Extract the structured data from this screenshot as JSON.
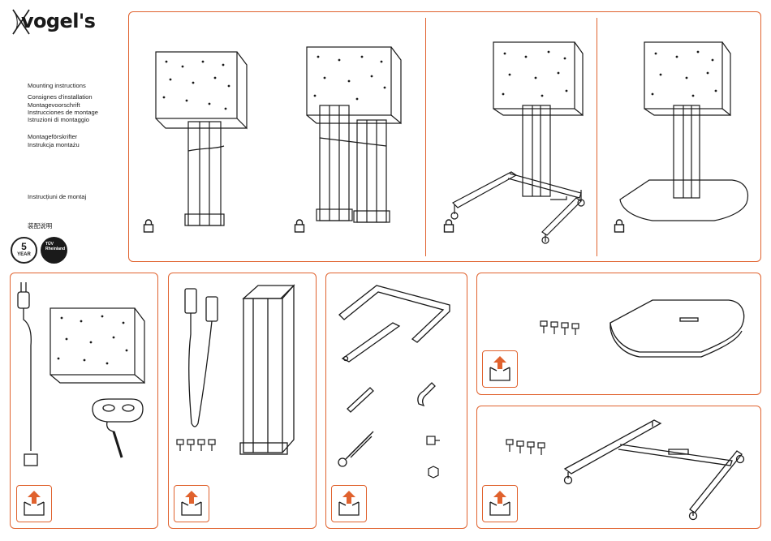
{
  "brand": {
    "logo_text": "vogel's"
  },
  "languages": [
    "Mounting instructions",
    "",
    "Consignes d'installation",
    "Montagevoorschrift",
    "Instrucciones de montage",
    "Istruzioni di montaggio",
    "",
    "Montageförskrifter",
    "Instrukcja montażu"
  ],
  "language_romanian": "Instrucțiuni de montaj",
  "language_chinese": "装配说明",
  "badges": {
    "warranty_years": "5",
    "warranty_label": "YEAR",
    "tuv_label": "TÜV Rheinland"
  },
  "colors": {
    "accent": "#e0622e",
    "line": "#1a1a1a"
  },
  "icons": [
    "vogels-logo-icon",
    "lock-icon",
    "warranty-seal-icon",
    "tuv-seal-icon",
    "unbox-icon"
  ]
}
